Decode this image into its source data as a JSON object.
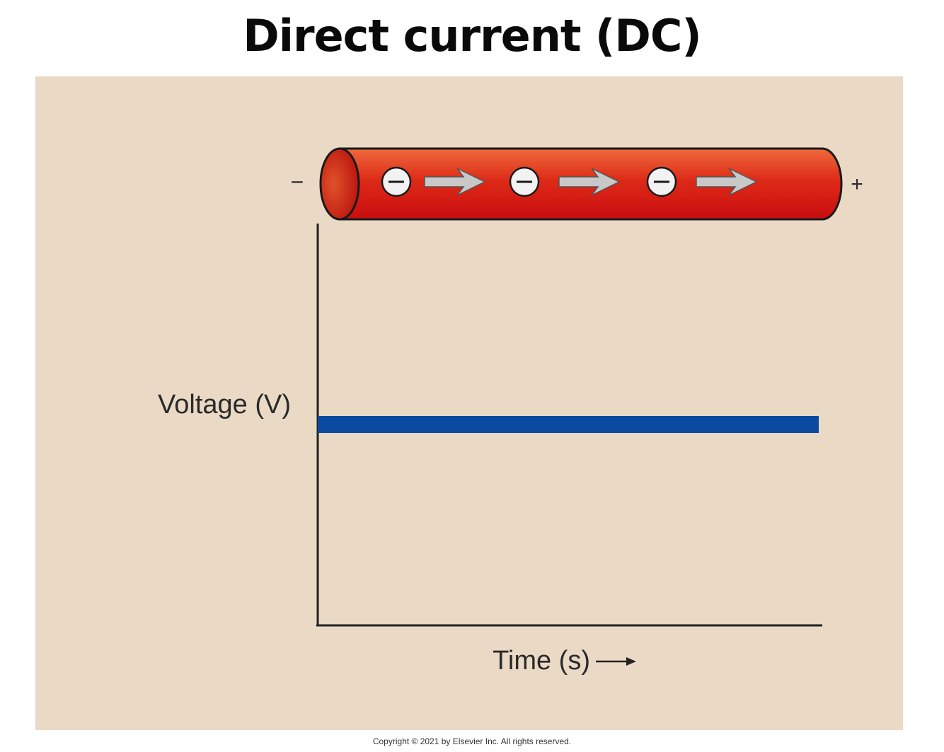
{
  "title": "Direct current (DC)",
  "wire": {
    "negative_label": "−",
    "positive_label": "+",
    "electron_symbol": "−",
    "electron_count": 3,
    "wire_color": "#d9160f",
    "arrow_color": "#c9c9c9"
  },
  "chart_data": {
    "type": "line",
    "title": "",
    "xlabel": "Time (s)",
    "ylabel": "Voltage (V)",
    "series": [
      {
        "values": [
          1,
          1
        ],
        "color": "#0a4aa0"
      }
    ],
    "grid": false
  },
  "copyright": "Copyright © 2021 by Elsevier Inc. All rights reserved.",
  "colors": {
    "panel_background": "#ead9c5",
    "axis": "#222222"
  }
}
